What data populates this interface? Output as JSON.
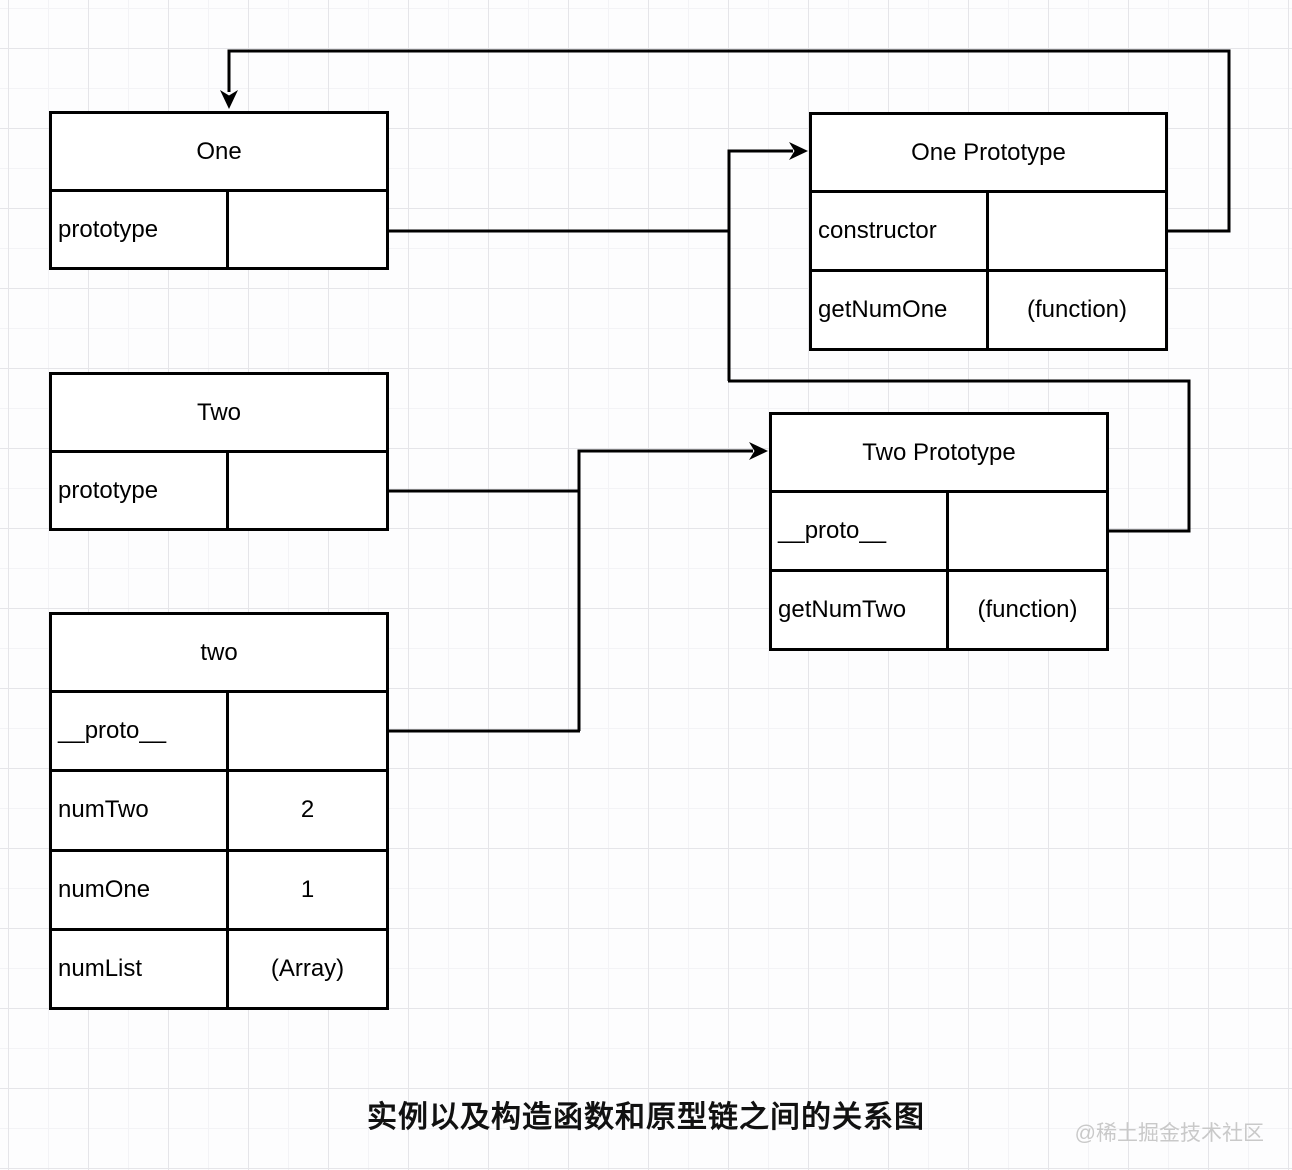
{
  "boxes": {
    "one": {
      "title": "One",
      "rows": [
        {
          "key": "prototype",
          "value": ""
        }
      ]
    },
    "one_prototype": {
      "title": "One Prototype",
      "rows": [
        {
          "key": "constructor",
          "value": ""
        },
        {
          "key": "getNumOne",
          "value": "(function)"
        }
      ]
    },
    "two": {
      "title": "Two",
      "rows": [
        {
          "key": "prototype",
          "value": ""
        }
      ]
    },
    "two_prototype": {
      "title": "Two Prototype",
      "rows": [
        {
          "key": "__proto__",
          "value": ""
        },
        {
          "key": "getNumTwo",
          "value": "(function)"
        }
      ]
    },
    "two_instance": {
      "title": "two",
      "rows": [
        {
          "key": "__proto__",
          "value": ""
        },
        {
          "key": "numTwo",
          "value": "2"
        },
        {
          "key": "numOne",
          "value": "1"
        },
        {
          "key": "numList",
          "value": "(Array)"
        }
      ]
    }
  },
  "caption": "实例以及构造函数和原型链之间的关系图",
  "watermark": "@稀土掘金技术社区",
  "colors": {
    "stroke": "#000000",
    "grid_major": "#e5e5e9",
    "grid_minor": "#f3f3f6",
    "background": "#fdfdfe",
    "watermark": "#c9c9c9"
  }
}
